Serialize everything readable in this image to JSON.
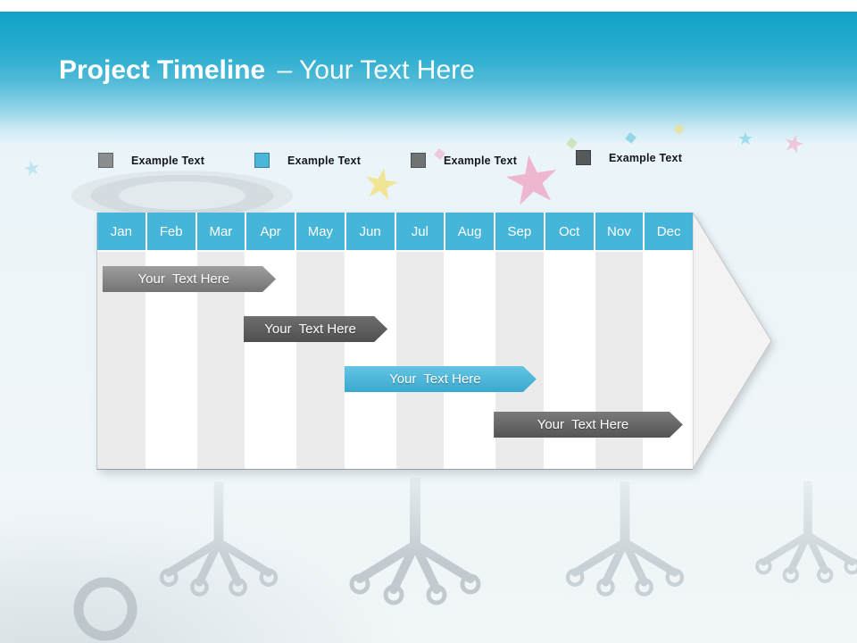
{
  "slide": {
    "title": {
      "bold": "Project Timeline",
      "light": "– Your Text Here"
    }
  },
  "legend": {
    "items": [
      {
        "label": "Example Text",
        "color": "#8a8e90"
      },
      {
        "label": "Example Text",
        "color": "#49b6da"
      },
      {
        "label": "Example Text",
        "color": "#6f7375"
      },
      {
        "label": "Example Text",
        "color": "#55595b"
      }
    ]
  },
  "chart_data": {
    "type": "bar",
    "variant": "gantt-timeline",
    "title": "Project Timeline – Your Text Here",
    "categories": [
      "Jan",
      "Feb",
      "Mar",
      "Apr",
      "May",
      "Jun",
      "Jul",
      "Aug",
      "Sep",
      "Oct",
      "Nov",
      "Dec"
    ],
    "x_axis": {
      "unit": "month",
      "range": [
        1,
        13
      ]
    },
    "header_color": "#45b5d9",
    "stripe_colors": [
      "#ebebeb",
      "#ffffff"
    ],
    "legend_position": "top",
    "grid": "column-stripes",
    "tasks": [
      {
        "label": "Your  Text Here",
        "row": 1,
        "start": 1.1,
        "end": 4.6,
        "fill_top": "#9e9e9e",
        "fill_bottom": "#737373",
        "text_color": "#ffffff"
      },
      {
        "label": "Your  Text Here",
        "row": 2,
        "start": 3.95,
        "end": 6.85,
        "fill_top": "#6e6e6e",
        "fill_bottom": "#4f4f4f",
        "text_color": "#ffffff"
      },
      {
        "label": "Your  Text Here",
        "row": 3,
        "start": 5.98,
        "end": 9.85,
        "fill_top": "#63c4e3",
        "fill_bottom": "#3aa9cf",
        "text_color": "#ffffff"
      },
      {
        "label": "Your  Text Here",
        "row": 4,
        "start": 8.99,
        "end": 12.8,
        "fill_top": "#7a7a7a",
        "fill_bottom": "#545454",
        "text_color": "#ffffff"
      }
    ]
  }
}
